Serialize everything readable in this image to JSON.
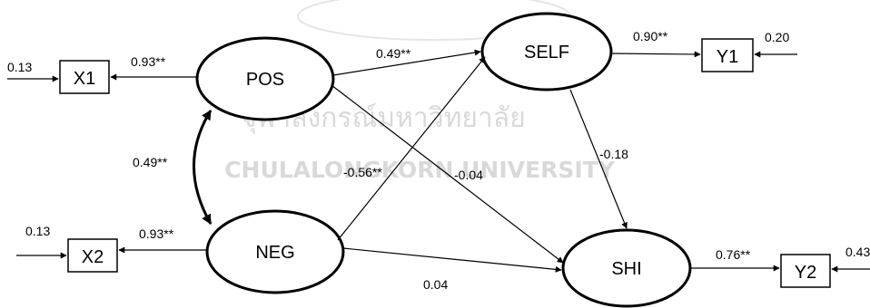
{
  "watermark": {
    "thai": "จุฬาลงกรณ์มหาวิทยาลัย",
    "english": "CHULALONGKORN UNIVERSITY"
  },
  "nodes": {
    "pos": "POS",
    "neg": "NEG",
    "self": "SELF",
    "shi": "SHI",
    "x1": "X1",
    "x2": "X2",
    "y1": "Y1",
    "y2": "Y2"
  },
  "coefficients": {
    "x1_error": "0.13",
    "pos_x1": "0.93**",
    "x2_error": "0.13",
    "neg_x2": "0.93**",
    "pos_neg": "0.49**",
    "pos_self": "0.49**",
    "neg_self": "-0.56**",
    "pos_shi": "-0.04",
    "neg_shi": "0.04",
    "self_shi": "-0.18",
    "self_y1": "0.90**",
    "y1_error": "0.20",
    "shi_y2": "0.76**",
    "y2_error": "0.43"
  }
}
